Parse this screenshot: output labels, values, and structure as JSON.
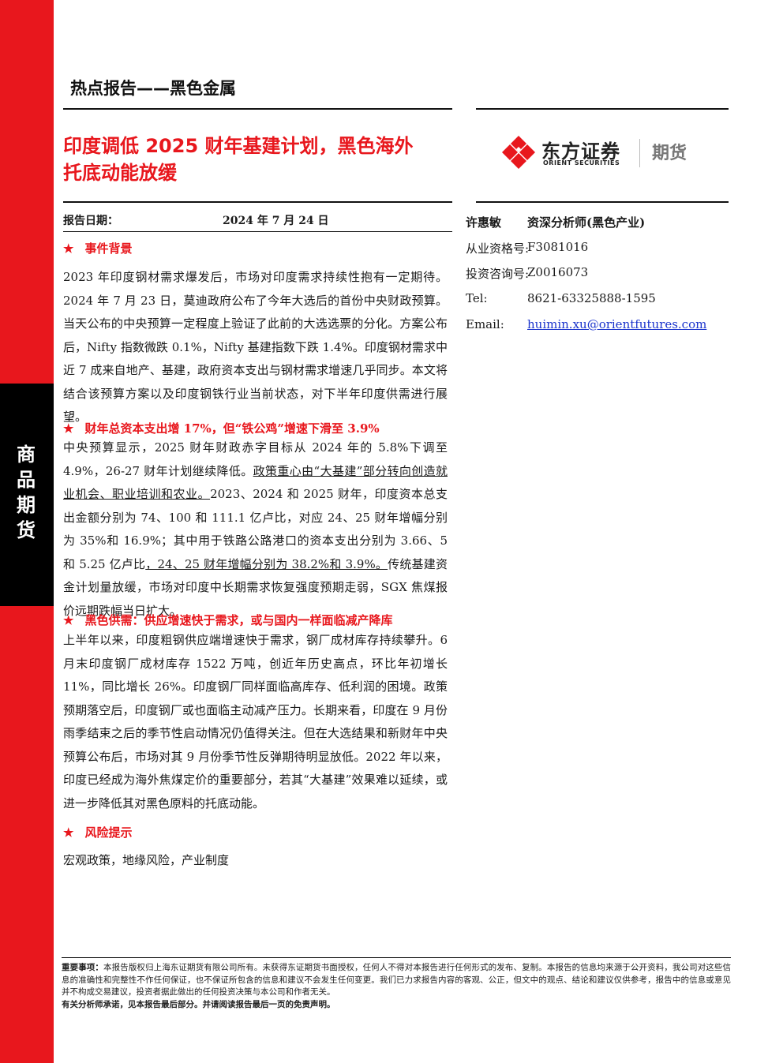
{
  "sidebar": {
    "vertical_label_chars": [
      "商",
      "品",
      "期",
      "货"
    ]
  },
  "header": {
    "title": "热点报告——黑色金属"
  },
  "report": {
    "title_line1": "印度调低 2025 财年基建计划，黑色海外",
    "title_line2": "托底动能放缓",
    "date_label": "报告日期：",
    "date_value": "2024 年 7 月 24 日"
  },
  "logo": {
    "cn": "东方证券",
    "en": "ORIENT SECURITIES",
    "futures": "期货",
    "colors": {
      "brand_red": "#e8171d"
    }
  },
  "analyst": {
    "name": "许惠敏",
    "role": "资深分析师(黑色产业)",
    "license_label": "从业资格号:",
    "license_value": "F3081016",
    "advisory_label": "投资咨询号:",
    "advisory_value": "Z0016073",
    "tel_label": "Tel:",
    "tel_value": "8621-63325888-1595",
    "email_label": "Email:",
    "email_value": "huimin.xu@orientfutures.com"
  },
  "sections": [
    {
      "star": "★",
      "heading": "事件背景",
      "body": "2023 年印度钢材需求爆发后，市场对印度需求持续性抱有一定期待。2024 年 7 月 23 日，莫迪政府公布了今年大选后的首份中央财政预算。当天公布的中央预算一定程度上验证了此前的大选选票的分化。方案公布后，Nifty 指数微跌 0.1%，Nifty 基建指数下跌 1.4%。印度钢材需求中近 7 成来自地产、基建，政府资本支出与钢材需求增速几乎同步。本文将结合该预算方案以及印度钢铁行业当前状态，对下半年印度供需进行展望。"
    },
    {
      "star": "★",
      "heading": "财年总资本支出增 17%，但“铁公鸡”增速下滑至 3.9%",
      "body_a": "中央预算显示，2025 财年财政赤字目标从 2024 年的 5.8%下调至 4.9%，26-27 财年计划继续降低。",
      "body_u1": "政策重心由“大基建”部分转向创造就业机会、职业培训和农业。",
      "body_b": "2023、2024 和 2025 财年，印度资本总支出金额分别为 74、100 和 111.1 亿卢比，对应 24、25 财年增幅分别为 35%和 16.9%；其中用于铁路公路港口的资本支出分别为 3.66、5 和 5.25 亿卢比",
      "body_u2": "，24、25 财年增幅分别为 38.2%和 3.9%。",
      "body_c": "传统基建资金计划量放缓，市场对印度中长期需求恢复强度预期走弱，SGX 焦煤报价远期跌幅当日扩大。"
    },
    {
      "star": "★",
      "heading": "黑色供需：供应增速快于需求，或与国内一样面临减产降库",
      "body": "上半年以来，印度粗钢供应端增速快于需求，钢厂成材库存持续攀升。6 月末印度钢厂成材库存 1522 万吨，创近年历史高点，环比年初增长 11%，同比增长 26%。印度钢厂同样面临高库存、低利润的困境。政策预期落空后，印度钢厂或也面临主动减产压力。长期来看，印度在 9 月份雨季结束之后的季节性启动情况仍值得关注。但在大选结果和新财年中央预算公布后，市场对其 9 月份季节性反弹期待明显放低。2022 年以来，印度已经成为海外焦煤定价的重要部分，若其“大基建”效果难以延续，或进一步降低其对黑色原料的托底动能。"
    },
    {
      "star": "★",
      "heading": "风险提示",
      "body": "宏观政策，地缘风险，产业制度"
    }
  ],
  "disclaimer": {
    "label": "重要事项：",
    "text": "本报告版权归上海东证期货有限公司所有。未获得东证期货书面授权，任何人不得对本报告进行任何形式的发布、复制。本报告的信息均来源于公开资料，我公司对这些信息的准确性和完整性不作任何保证，也不保证所包含的信息和建议不会发生任何变更。我们已力求报告内容的客观、公正，但文中的观点、结论和建议仅供参考，报告中的信息或意见并不构成交易建议，投资者据此做出的任何投资决策与本公司和作者无关。",
    "bold_line": "有关分析师承诺，见本报告最后部分。并请阅读报告最后一页的免责声明。"
  }
}
